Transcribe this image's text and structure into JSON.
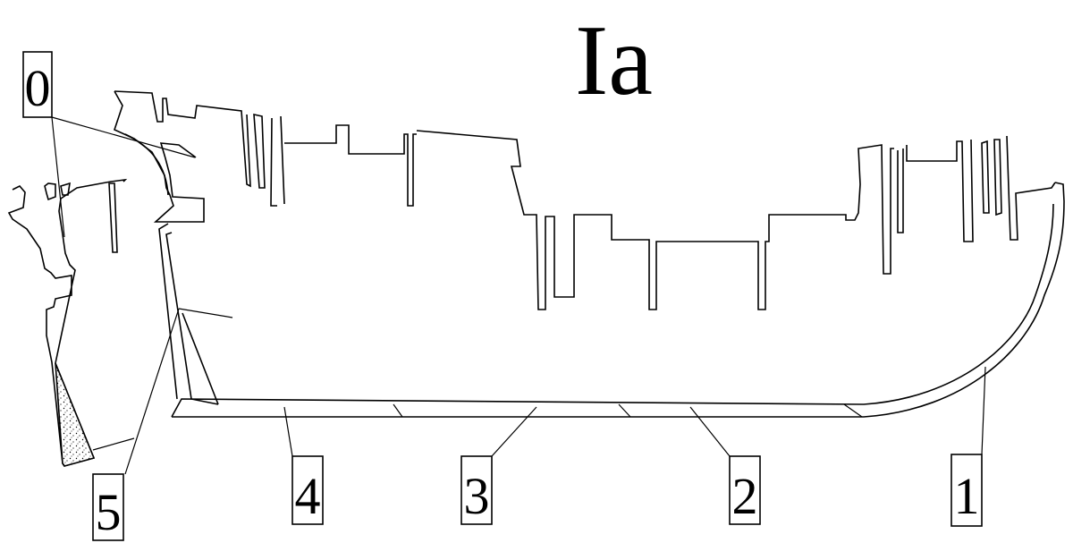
{
  "title": "Ia",
  "labels": [
    {
      "id": "0",
      "text": "0"
    },
    {
      "id": "1",
      "text": "1"
    },
    {
      "id": "2",
      "text": "2"
    },
    {
      "id": "3",
      "text": "3"
    },
    {
      "id": "4",
      "text": "4"
    },
    {
      "id": "5",
      "text": "5"
    }
  ]
}
